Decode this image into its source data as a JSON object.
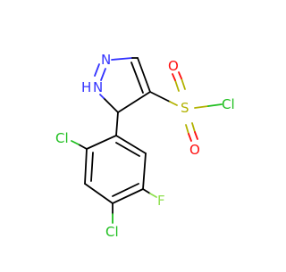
{
  "molecule": {
    "atom_labels": {
      "N": "N",
      "NH": "H",
      "NH_N": "N",
      "S": "S",
      "O1": "O",
      "O2": "O",
      "Cl_S": "Cl",
      "Cl_ortho": "Cl",
      "Cl_para": "Cl",
      "F": "F"
    },
    "colors": {
      "bond": "#000000",
      "nitrogen": "#3333ff",
      "oxygen": "#ff0d0d",
      "sulfur": "#b2b200",
      "chlorine": "#1fbf1f",
      "fluorine": "#8fe04f"
    }
  }
}
